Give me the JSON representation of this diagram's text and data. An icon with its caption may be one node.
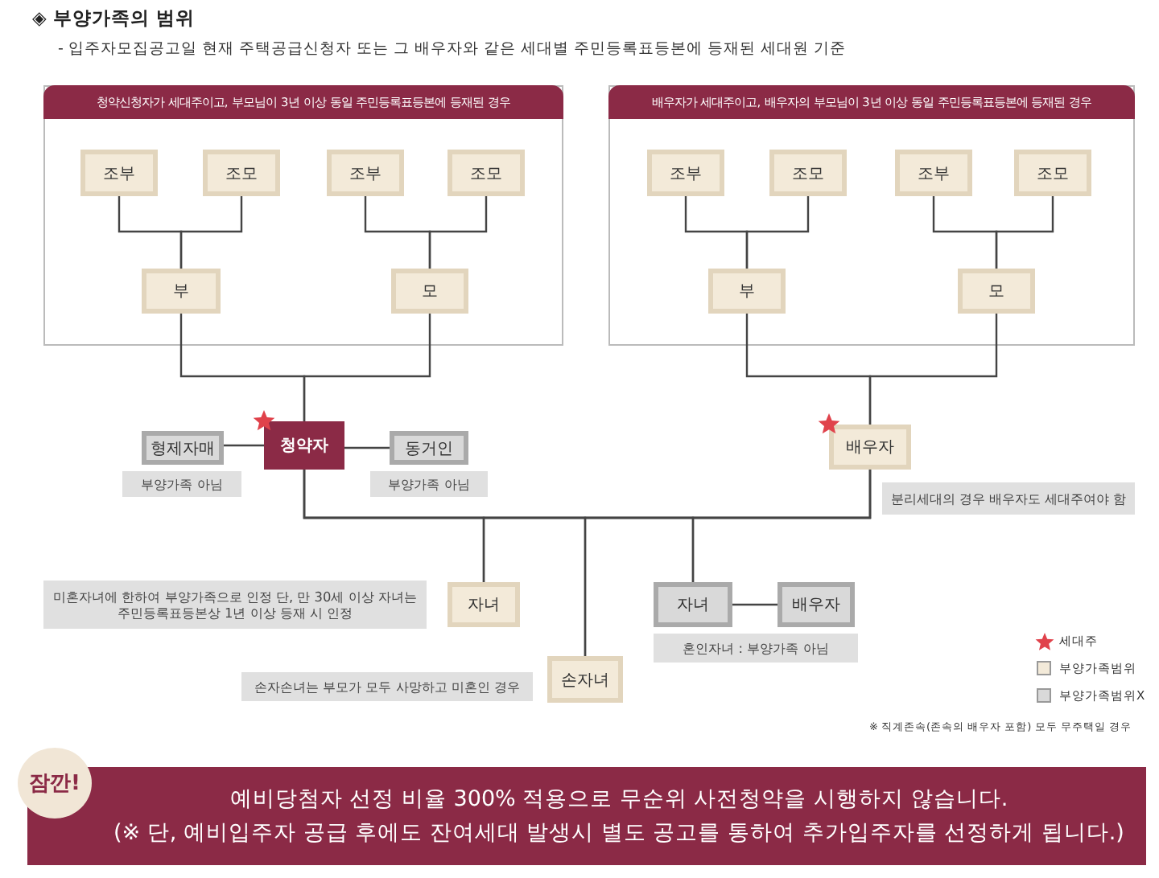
{
  "diagram": {
    "title": "◈ 부양가족의 범위",
    "nodes": [
      {
        "text": [
          "청약신청자가 세대주이고, 부모님이 3년 이상 동일 주민등록표등본에 등재된 경우"
        ]
      },
      {
        "text": [
          "조부"
        ],
        "in": 0
      },
      {
        "text": [
          "조모"
        ],
        "in": 0
      },
      {
        "text": [
          "조부"
        ],
        "in": 0
      },
      {
        "text": [
          "조모"
        ],
        "in": 0
      },
      {
        "text": [
          "부"
        ],
        "in": 0
      },
      {
        "text": [
          "모"
        ],
        "in": 0
      },
      {
        "text": [
          "배우자가 세대주이고, 배우자의 부모님이 3년 이상 동일 주민등록표등본에 등재된 경우"
        ]
      },
      {
        "text": [
          "조부"
        ],
        "in": 7
      },
      {
        "text": [
          "조모"
        ],
        "in": 7
      },
      {
        "text": [
          "조부"
        ],
        "in": 7
      },
      {
        "text": [
          "조모"
        ],
        "in": 7
      },
      {
        "text": [
          "부"
        ],
        "in": 7
      },
      {
        "text": [
          "모"
        ],
        "in": 7
      },
      {
        "text": [
          "청약자"
        ]
      },
      {
        "text": [
          "형제자매"
        ],
        "beside": [
          "부양가족 아님"
        ]
      },
      {
        "text": [
          "동거인"
        ],
        "beside": [
          "부양가족 아님"
        ]
      },
      {
        "text": [
          "배우자"
        ],
        "beside": [
          "분리세대의 경우 배우자도 세대주여야 함"
        ]
      },
      {
        "text": [
          "자녀"
        ],
        "beside": [
          "미혼자녀에 한하여 부양가족으로 인정 단, 만 30세 이상 자녀는 주민등록표등본상 1년 이상 등재 시 인정"
        ]
      },
      {
        "text": [
          "손자녀"
        ],
        "beside": [
          "손자손녀는 부모가 모두 사망하고 미혼인 경우"
        ]
      },
      {
        "text": [
          "자녀"
        ],
        "beside": [
          "혼인자녀 : 부양가족 아님"
        ]
      },
      {
        "text": [
          "배우자"
        ]
      },
      {
        "text": [
          "잠깐!"
        ]
      },
      {
        "text": [
          "예비당첨자 선정 비율 300% 적용으로 무순위 사전청약을 시행하지 않습니다.",
          "(※ 단, 예비입주자 공급 후에도 잔여세대 발생시 별도 공고를 통하여 추가입주자를 선정하게 됩니다.)"
        ]
      }
    ],
    "edges": [
      {
        "from": 1,
        "to": 5,
        "arrow": "none"
      },
      {
        "from": 2,
        "to": 5,
        "arrow": "none"
      },
      {
        "from": 3,
        "to": 6,
        "arrow": "none"
      },
      {
        "from": 4,
        "to": 6,
        "arrow": "none"
      },
      {
        "from": 8,
        "to": 12,
        "arrow": "none"
      },
      {
        "from": 9,
        "to": 12,
        "arrow": "none"
      },
      {
        "from": 10,
        "to": 13,
        "arrow": "none"
      },
      {
        "from": 11,
        "to": 13,
        "arrow": "none"
      },
      {
        "from": 5,
        "to": 14,
        "arrow": "none"
      },
      {
        "from": 6,
        "to": 14,
        "arrow": "none"
      },
      {
        "from": 12,
        "to": 17,
        "arrow": "none"
      },
      {
        "from": 13,
        "to": 17,
        "arrow": "none"
      },
      {
        "from": 15,
        "to": 14,
        "arrow": "none"
      },
      {
        "from": 14,
        "to": 16,
        "arrow": "none"
      },
      {
        "from": 14,
        "to": 18,
        "arrow": "none"
      },
      {
        "from": 17,
        "to": 18,
        "arrow": "none"
      },
      {
        "from": 14,
        "to": 19,
        "arrow": "none"
      },
      {
        "from": 17,
        "to": 19,
        "arrow": "none"
      },
      {
        "from": 14,
        "to": 20,
        "arrow": "none"
      },
      {
        "from": 17,
        "to": 20,
        "arrow": "none"
      },
      {
        "from": 20,
        "to": 21,
        "arrow": "none"
      }
    ],
    "labels": [
      "- 입주자모집공고일 현재 주택공급신청자 또는 그 배우자와 같은 세대별 주민등록표등본에 등재된 세대원 기준",
      "※ 직계존속(존속의 배우자 포함) 모두 무주택일 경우"
    ],
    "legend": [
      {
        "text": "세대주"
      },
      {
        "text": "부양가족범위",
        "color": "#f3ead9"
      },
      {
        "text": "부양가족범위X",
        "color": "#d9d9d9"
      }
    ]
  }
}
